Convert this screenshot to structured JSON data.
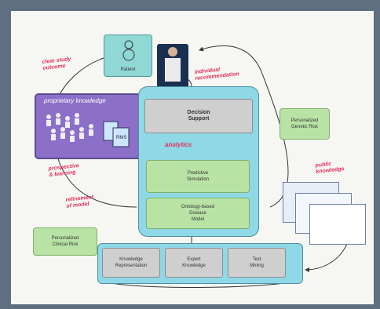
{
  "diagram": {
    "patient_label": "Patient",
    "center": {
      "decision_support_line1": "Decision",
      "decision_support_line2": "Support",
      "analytics": "analytics",
      "predictive_line1": "Predictive",
      "predictive_line2": "Simulation",
      "risk_line1": "Ontology-based",
      "risk_line2": "Disease",
      "risk_line3": "Model"
    },
    "proprietary": {
      "title": "proprietary knowledge",
      "db": "RMS"
    },
    "right_green": {
      "line1": "Personalized",
      "line2": "Genetic Risk"
    },
    "left_green": {
      "line1": "Personalized",
      "line2": "Clinical Risk"
    },
    "bottom": {
      "b1_line1": "Knowledge",
      "b1_line2": "Representation",
      "b2_line1": "Expert",
      "b2_line2": "Knowledge",
      "b3_line1": "Text",
      "b3_line2": "Mining"
    },
    "notes": {
      "top_left_1": "clear study",
      "top_left_2": "outcome",
      "top_right_1": "individual",
      "top_right_2": "recommendation",
      "left_mid_1": "prospective",
      "left_mid_2": "& learning",
      "left_low_1": "refinement",
      "left_low_2": "of model",
      "right_1": "public",
      "right_2": "knowledge"
    }
  }
}
